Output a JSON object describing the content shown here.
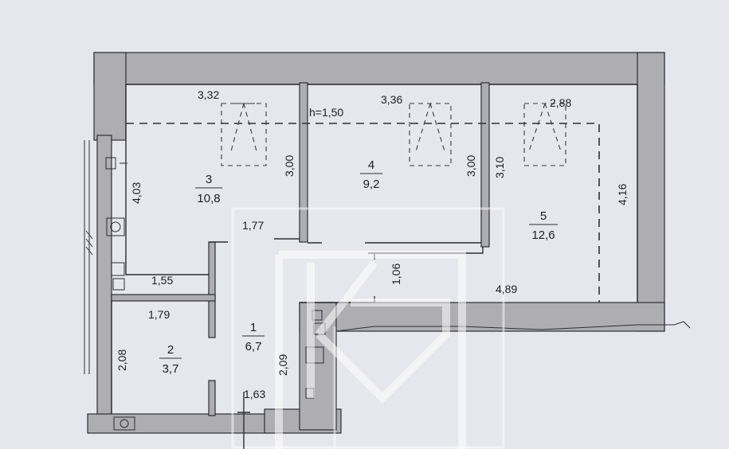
{
  "rooms": [
    {
      "number": "1",
      "area": "6,7"
    },
    {
      "number": "2",
      "area": "3,7"
    },
    {
      "number": "3",
      "area": "10,8"
    },
    {
      "number": "4",
      "area": "9,2"
    },
    {
      "number": "5",
      "area": "12,6"
    }
  ],
  "dimensions": {
    "room3_width": "3,32",
    "room3_depth": "3,00",
    "room3_left": "4,03",
    "room4_width": "3,36",
    "room4_depth": "3,00",
    "room5_width": "2,88",
    "room5_depth": "3,10",
    "room5_right": "4,16",
    "room5_bottom": "4,89",
    "ceiling_height": "h=1,50",
    "hall_top": "1,77",
    "hall_door": "1,06",
    "hall_height": "2,09",
    "hall_bottom": "1,63",
    "corridor_small": "1,55",
    "room2_width": "1,79",
    "room2_height": "2,08"
  }
}
